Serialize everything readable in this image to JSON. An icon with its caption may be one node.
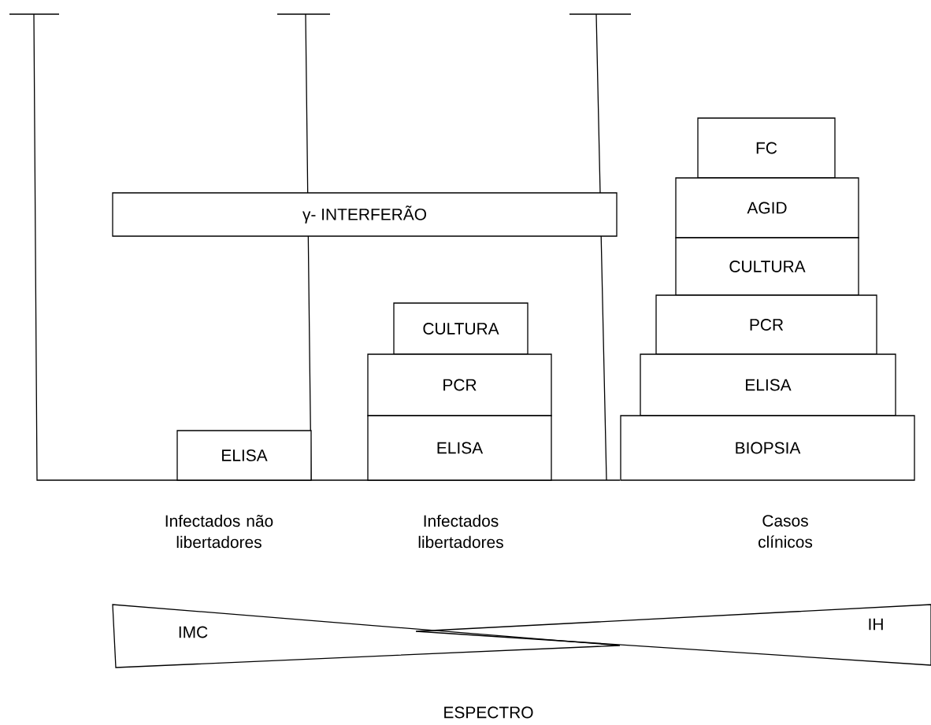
{
  "diagram": {
    "nodes": [
      {
        "text": [
          "γ- INTERFERÃO"
        ]
      },
      {
        "text": [
          "ELISA"
        ]
      },
      {
        "text": [
          "CULTURA"
        ]
      },
      {
        "text": [
          "PCR"
        ]
      },
      {
        "text": [
          "ELISA"
        ]
      },
      {
        "text": [
          "FC"
        ]
      },
      {
        "text": [
          "AGID"
        ]
      },
      {
        "text": [
          "CULTURA"
        ]
      },
      {
        "text": [
          "PCR"
        ]
      },
      {
        "text": [
          "ELISA"
        ]
      },
      {
        "text": [
          "BIOPSIA"
        ]
      },
      {
        "text": [
          "IMC"
        ]
      },
      {
        "text": [
          "IH"
        ]
      }
    ],
    "labels": [
      "Infectados não libertadores",
      "Infectados libertadores",
      "Casos clínicos",
      "ESPECTRO"
    ]
  }
}
